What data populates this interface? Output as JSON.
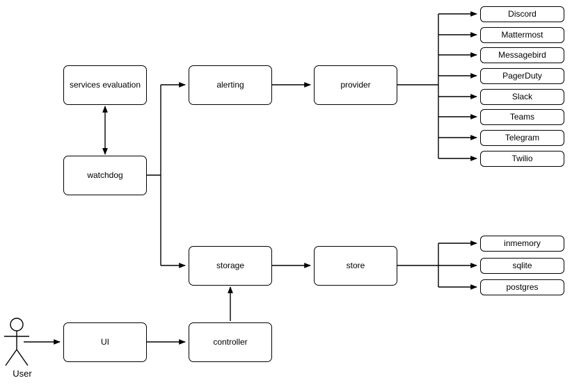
{
  "diagram": {
    "background_color": "#ffffff",
    "stroke_color": "#000000",
    "actor": {
      "label": "User",
      "icon": "stick-figure-actor-icon"
    },
    "nodes": {
      "services_evaluation": "services evaluation",
      "watchdog": "watchdog",
      "alerting": "alerting",
      "provider": "provider",
      "storage": "storage",
      "store": "store",
      "ui": "UI",
      "controller": "controller"
    },
    "provider_targets": [
      "Discord",
      "Mattermost",
      "Messagebird",
      "PagerDuty",
      "Slack",
      "Teams",
      "Telegram",
      "Twilio"
    ],
    "store_targets": [
      "inmemory",
      "sqlite",
      "postgres"
    ]
  }
}
